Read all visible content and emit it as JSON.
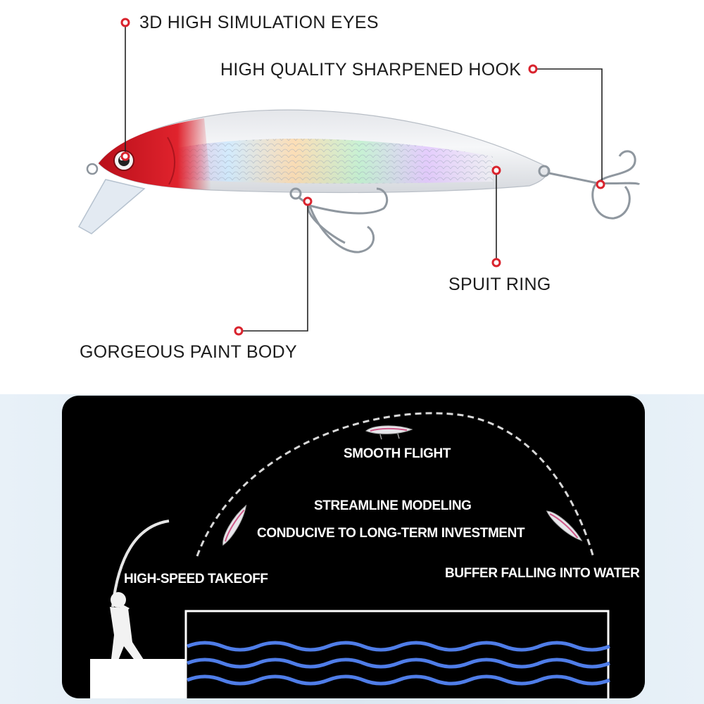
{
  "callouts": {
    "eyes": "3D HIGH SIMULATION EYES",
    "hook": "HIGH QUALITY SHARPENED HOOK",
    "ring": "SPUIT RING",
    "body": "GORGEOUS PAINT BODY"
  },
  "flight": {
    "smooth": "SMOOTH FLIGHT",
    "streamline": "STREAMLINE MODELING",
    "conducive": "CONDUCIVE TO LONG-TERM INVESTMENT",
    "takeoff": "HIGH-SPEED TAKEOFF",
    "buffer": "BUFFER FALLING INTO WATER"
  },
  "colors": {
    "accent_red": "#d9232d",
    "panel": "#000000",
    "wave": "#4f7de8"
  }
}
